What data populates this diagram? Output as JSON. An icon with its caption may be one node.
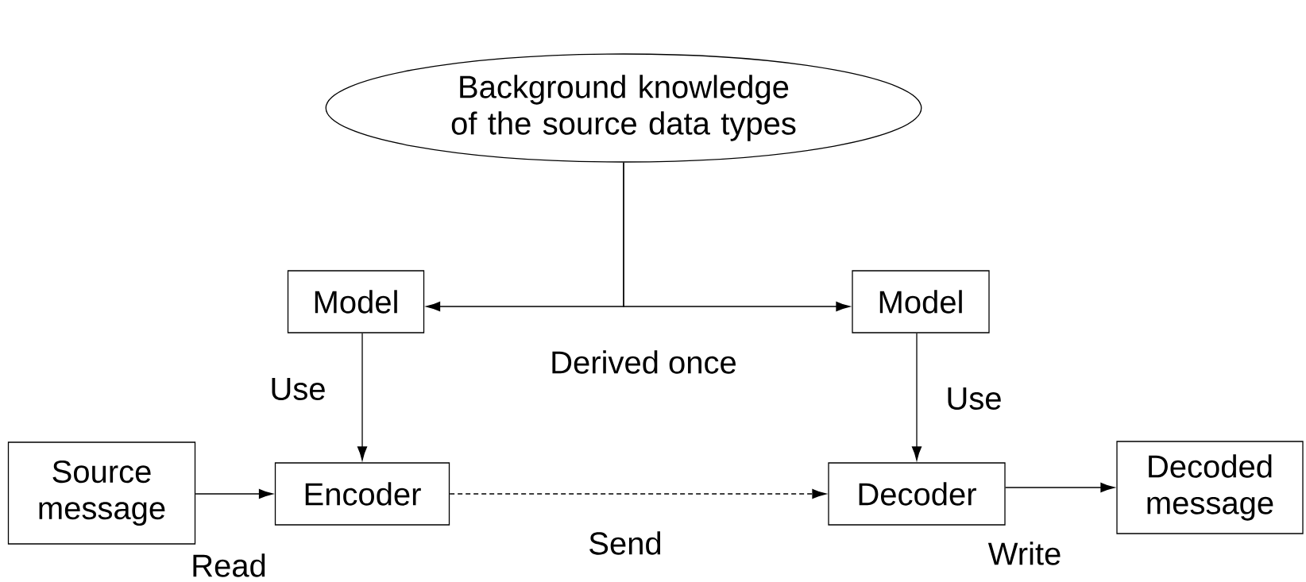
{
  "diagram": {
    "nodes": [
      {
        "text": [
          "Background knowledge of the source data types"
        ]
      },
      {
        "text": [
          "Model"
        ]
      },
      {
        "text": [
          "Model"
        ]
      },
      {
        "text": [
          "Source message"
        ]
      },
      {
        "text": [
          "Encoder"
        ]
      },
      {
        "text": [
          "Decoder"
        ]
      },
      {
        "text": [
          "Decoded message"
        ]
      }
    ],
    "edges": [
      {
        "from": 0,
        "to": 1,
        "arrow": "to"
      },
      {
        "from": 0,
        "to": 2,
        "arrow": "to"
      },
      {
        "from": 1,
        "to": 4,
        "arrow": "to",
        "label": "Use"
      },
      {
        "from": 2,
        "to": 5,
        "arrow": "to",
        "label": "Use"
      },
      {
        "from": 3,
        "to": 4,
        "arrow": "to",
        "label": "Read"
      },
      {
        "from": 4,
        "to": 5,
        "arrow": "to",
        "label": "Send",
        "style": "dashed"
      },
      {
        "from": 5,
        "to": 6,
        "arrow": "to",
        "label": "Write"
      }
    ],
    "labels": [
      "Derived once"
    ]
  }
}
